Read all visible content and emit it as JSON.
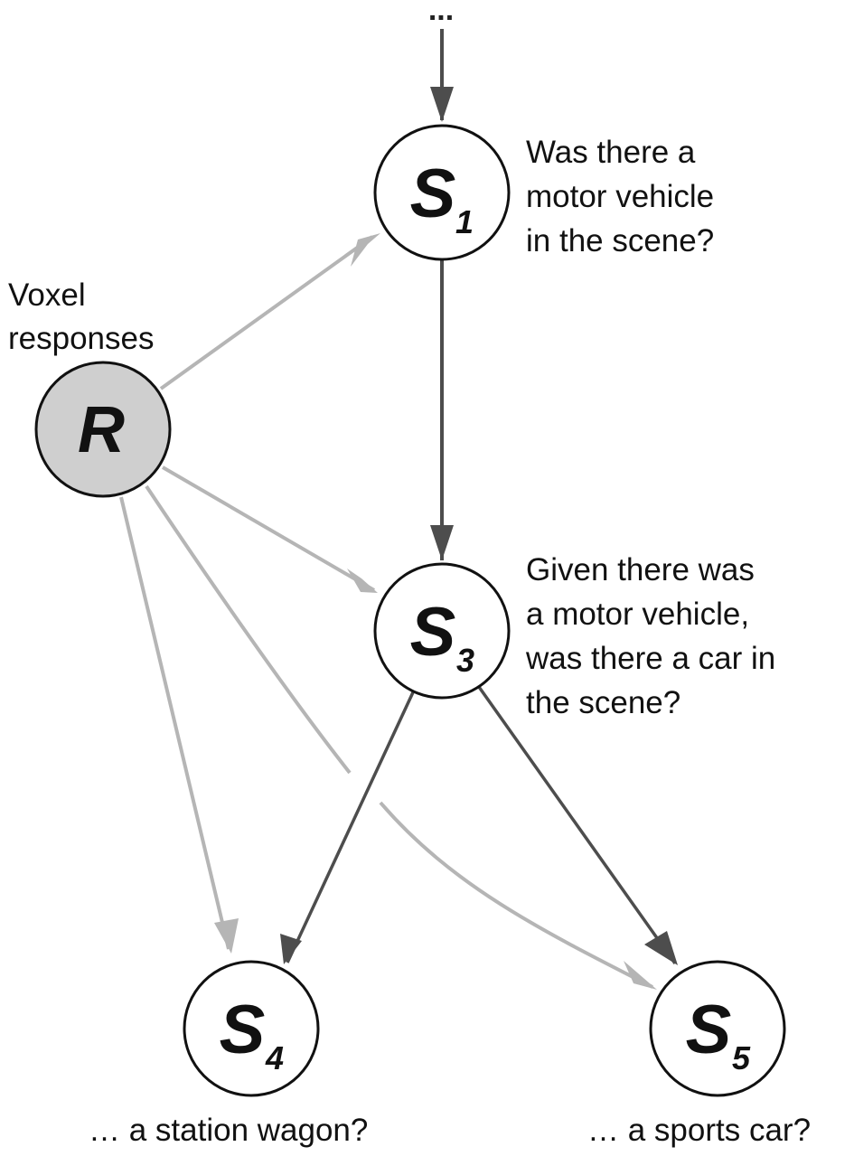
{
  "top_ellipsis": "...",
  "colors": {
    "light_arrow": "#b5b5b5",
    "dark_arrow": "#4d4d4d",
    "observed_fill": "#cfcfcf",
    "latent_fill": "#ffffff"
  },
  "nodes": {
    "R": {
      "letter": "R",
      "sub": "",
      "observed": true
    },
    "S1": {
      "letter": "S",
      "sub": "1",
      "observed": false
    },
    "S3": {
      "letter": "S",
      "sub": "3",
      "observed": false
    },
    "S4": {
      "letter": "S",
      "sub": "4",
      "observed": false
    },
    "S5": {
      "letter": "S",
      "sub": "5",
      "observed": false
    }
  },
  "labels": {
    "r_label": [
      "Voxel",
      "responses"
    ],
    "s1_question": [
      "Was there a",
      "motor vehicle",
      "in the scene?"
    ],
    "s3_question": [
      "Given there was",
      "a motor vehicle,",
      "was there a car in",
      "the scene?"
    ],
    "s4_question": "… a station wagon?",
    "s5_question": "… a sports car?"
  },
  "edges": [
    {
      "from": "top",
      "to": "S1",
      "style": "dark"
    },
    {
      "from": "S1",
      "to": "S3",
      "style": "dark"
    },
    {
      "from": "S3",
      "to": "S4",
      "style": "dark"
    },
    {
      "from": "S3",
      "to": "S5",
      "style": "dark"
    },
    {
      "from": "R",
      "to": "S1",
      "style": "light"
    },
    {
      "from": "R",
      "to": "S3",
      "style": "light"
    },
    {
      "from": "R",
      "to": "S4",
      "style": "light"
    },
    {
      "from": "R",
      "to": "S5",
      "style": "light"
    }
  ]
}
